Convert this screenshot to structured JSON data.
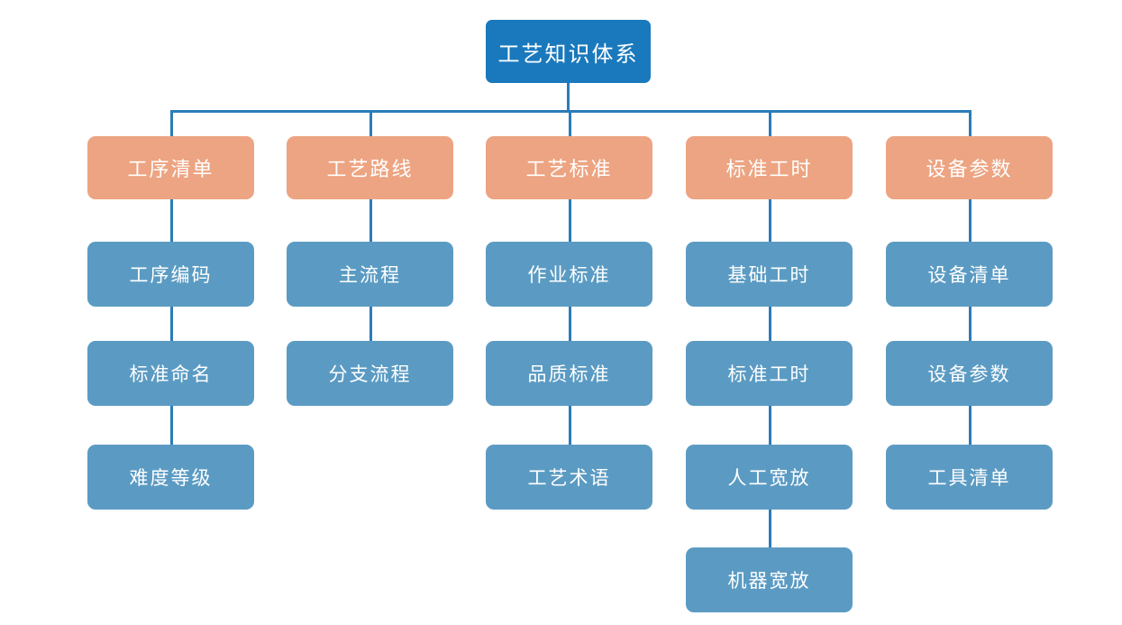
{
  "diagram": {
    "title": "工艺知识体系",
    "type": "organization-tree",
    "colors": {
      "root_fill": "#1a79bd",
      "category_fill": "#eda482",
      "leaf_fill": "#5b9bc3",
      "connector": "#2b7cb8",
      "background": "#ffffff",
      "text": "#ffffff"
    },
    "root": {
      "label": "工艺知识体系"
    },
    "columns": [
      {
        "category": "工序清单",
        "children": [
          {
            "label": "工序编码"
          },
          {
            "label": "标准命名"
          },
          {
            "label": "难度等级"
          }
        ]
      },
      {
        "category": "工艺路线",
        "children": [
          {
            "label": "主流程"
          },
          {
            "label": "分支流程"
          }
        ]
      },
      {
        "category": "工艺标准",
        "children": [
          {
            "label": "作业标准"
          },
          {
            "label": "品质标准"
          },
          {
            "label": "工艺术语"
          }
        ]
      },
      {
        "category": "标准工时",
        "children": [
          {
            "label": "基础工时"
          },
          {
            "label": "标准工时"
          },
          {
            "label": "人工宽放"
          },
          {
            "label": "机器宽放"
          }
        ]
      },
      {
        "category": "设备参数",
        "children": [
          {
            "label": "设备清单"
          },
          {
            "label": "设备参数"
          },
          {
            "label": "工具清单"
          }
        ]
      }
    ]
  }
}
